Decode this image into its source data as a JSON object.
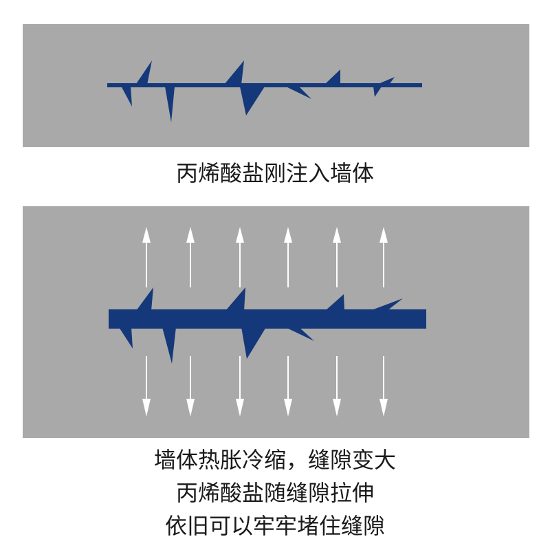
{
  "colors": {
    "background": "#ffffff",
    "panel": "#a9a9a9",
    "crack": "#15387a",
    "arrow": "#ffffff",
    "text": "#1a1a1a"
  },
  "panel_top": {
    "caption": "丙烯酸盐刚注入墙体"
  },
  "panel_bottom": {
    "caption_lines": [
      "墙体热胀冷缩，缝隙变大",
      "丙烯酸盐随缝隙拉伸",
      "依旧可以牢牢堵住缝隙"
    ]
  }
}
